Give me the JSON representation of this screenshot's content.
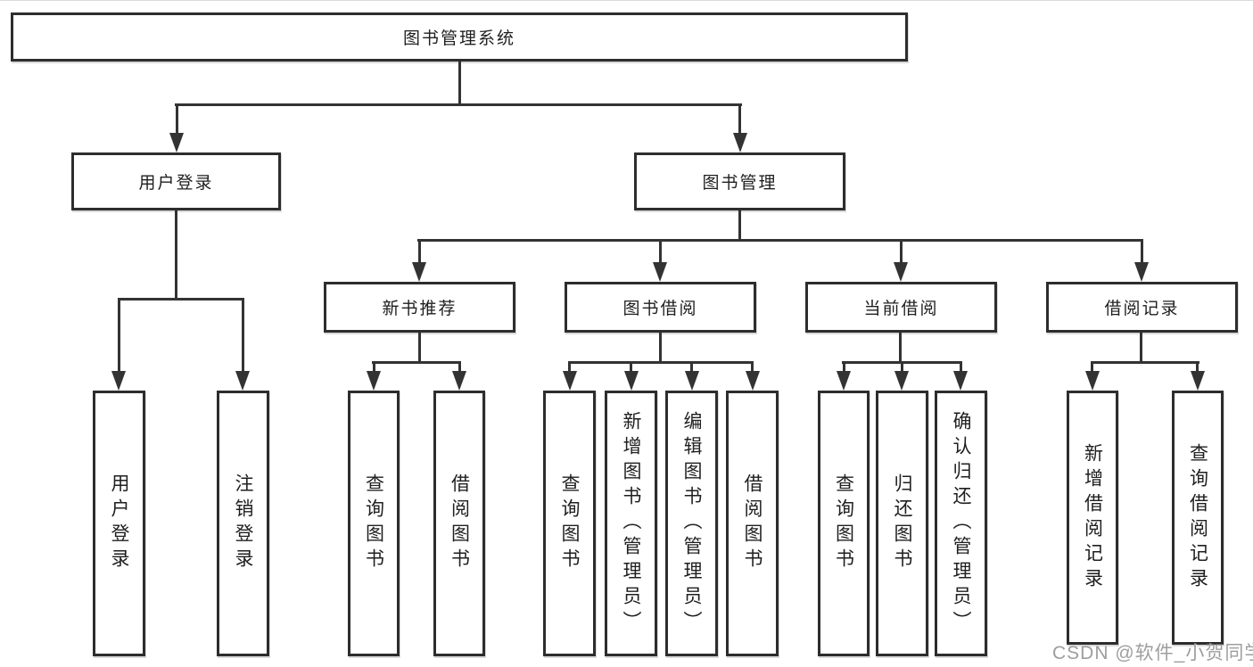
{
  "tree": {
    "root": "图书管理系统",
    "level2": [
      "用户登录",
      "图书管理"
    ],
    "level3": [
      "新书推荐",
      "图书借阅",
      "当前借阅",
      "借阅记录"
    ],
    "leaves": {
      "user_login": [
        "用户登录",
        "注销登录"
      ],
      "new_book": [
        "查询图书",
        "借阅图书"
      ],
      "book_borrow": [
        "查询图书",
        "新增图书（管理员）",
        "编辑图书（管理员）",
        "借阅图书"
      ],
      "current_borrow": [
        "查询图书",
        "归还图书",
        "确认归还（管理员）"
      ],
      "borrow_record": [
        "新增借阅记录",
        "查询借阅记录"
      ]
    }
  },
  "watermark": "CSDN @软件_小贺同学",
  "colors": {
    "line": "#333333",
    "box_border": "#2d2d2d",
    "text": "#1f1f1f",
    "watermark": "#9e9e9e",
    "background": "#ffffff"
  }
}
